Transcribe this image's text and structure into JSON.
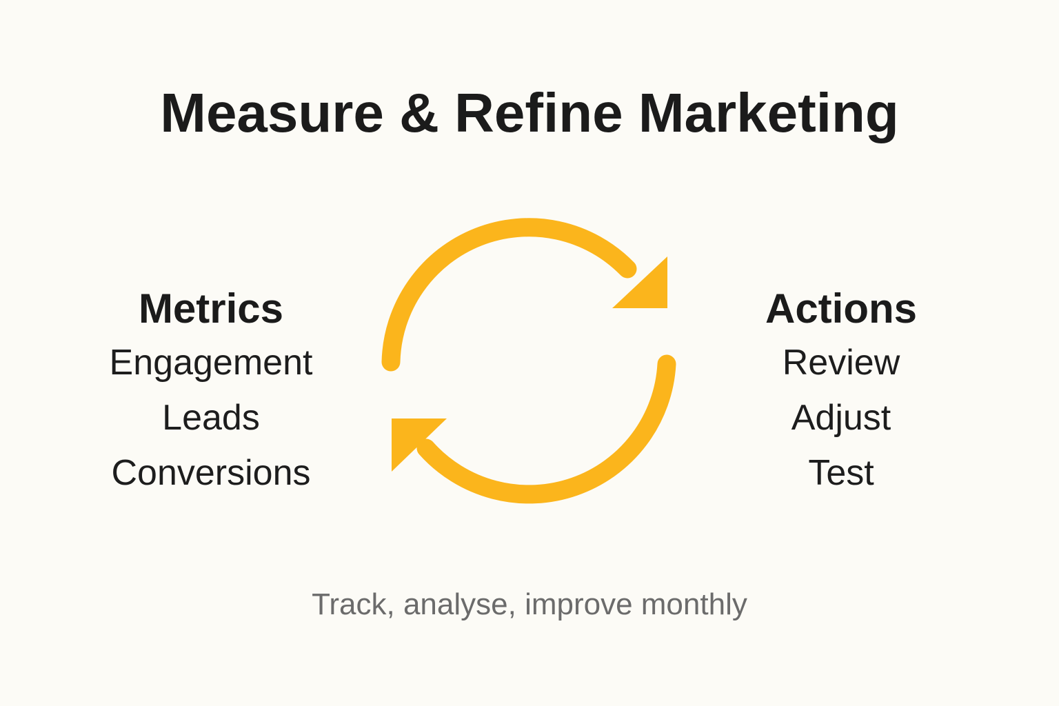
{
  "title": "Measure & Refine Marketing",
  "left": {
    "heading": "Metrics",
    "items": [
      "Engagement",
      "Leads",
      "Conversions"
    ]
  },
  "right": {
    "heading": "Actions",
    "items": [
      "Review",
      "Adjust",
      "Test"
    ]
  },
  "cycle": {
    "icon": "cycle-arrows-icon",
    "color": "#fbb51c"
  },
  "caption": "Track, analyse, improve monthly",
  "colors": {
    "background": "#fcfbf6",
    "text": "#1b1b1b",
    "caption": "#6b6b6b",
    "accent": "#fbb51c"
  }
}
